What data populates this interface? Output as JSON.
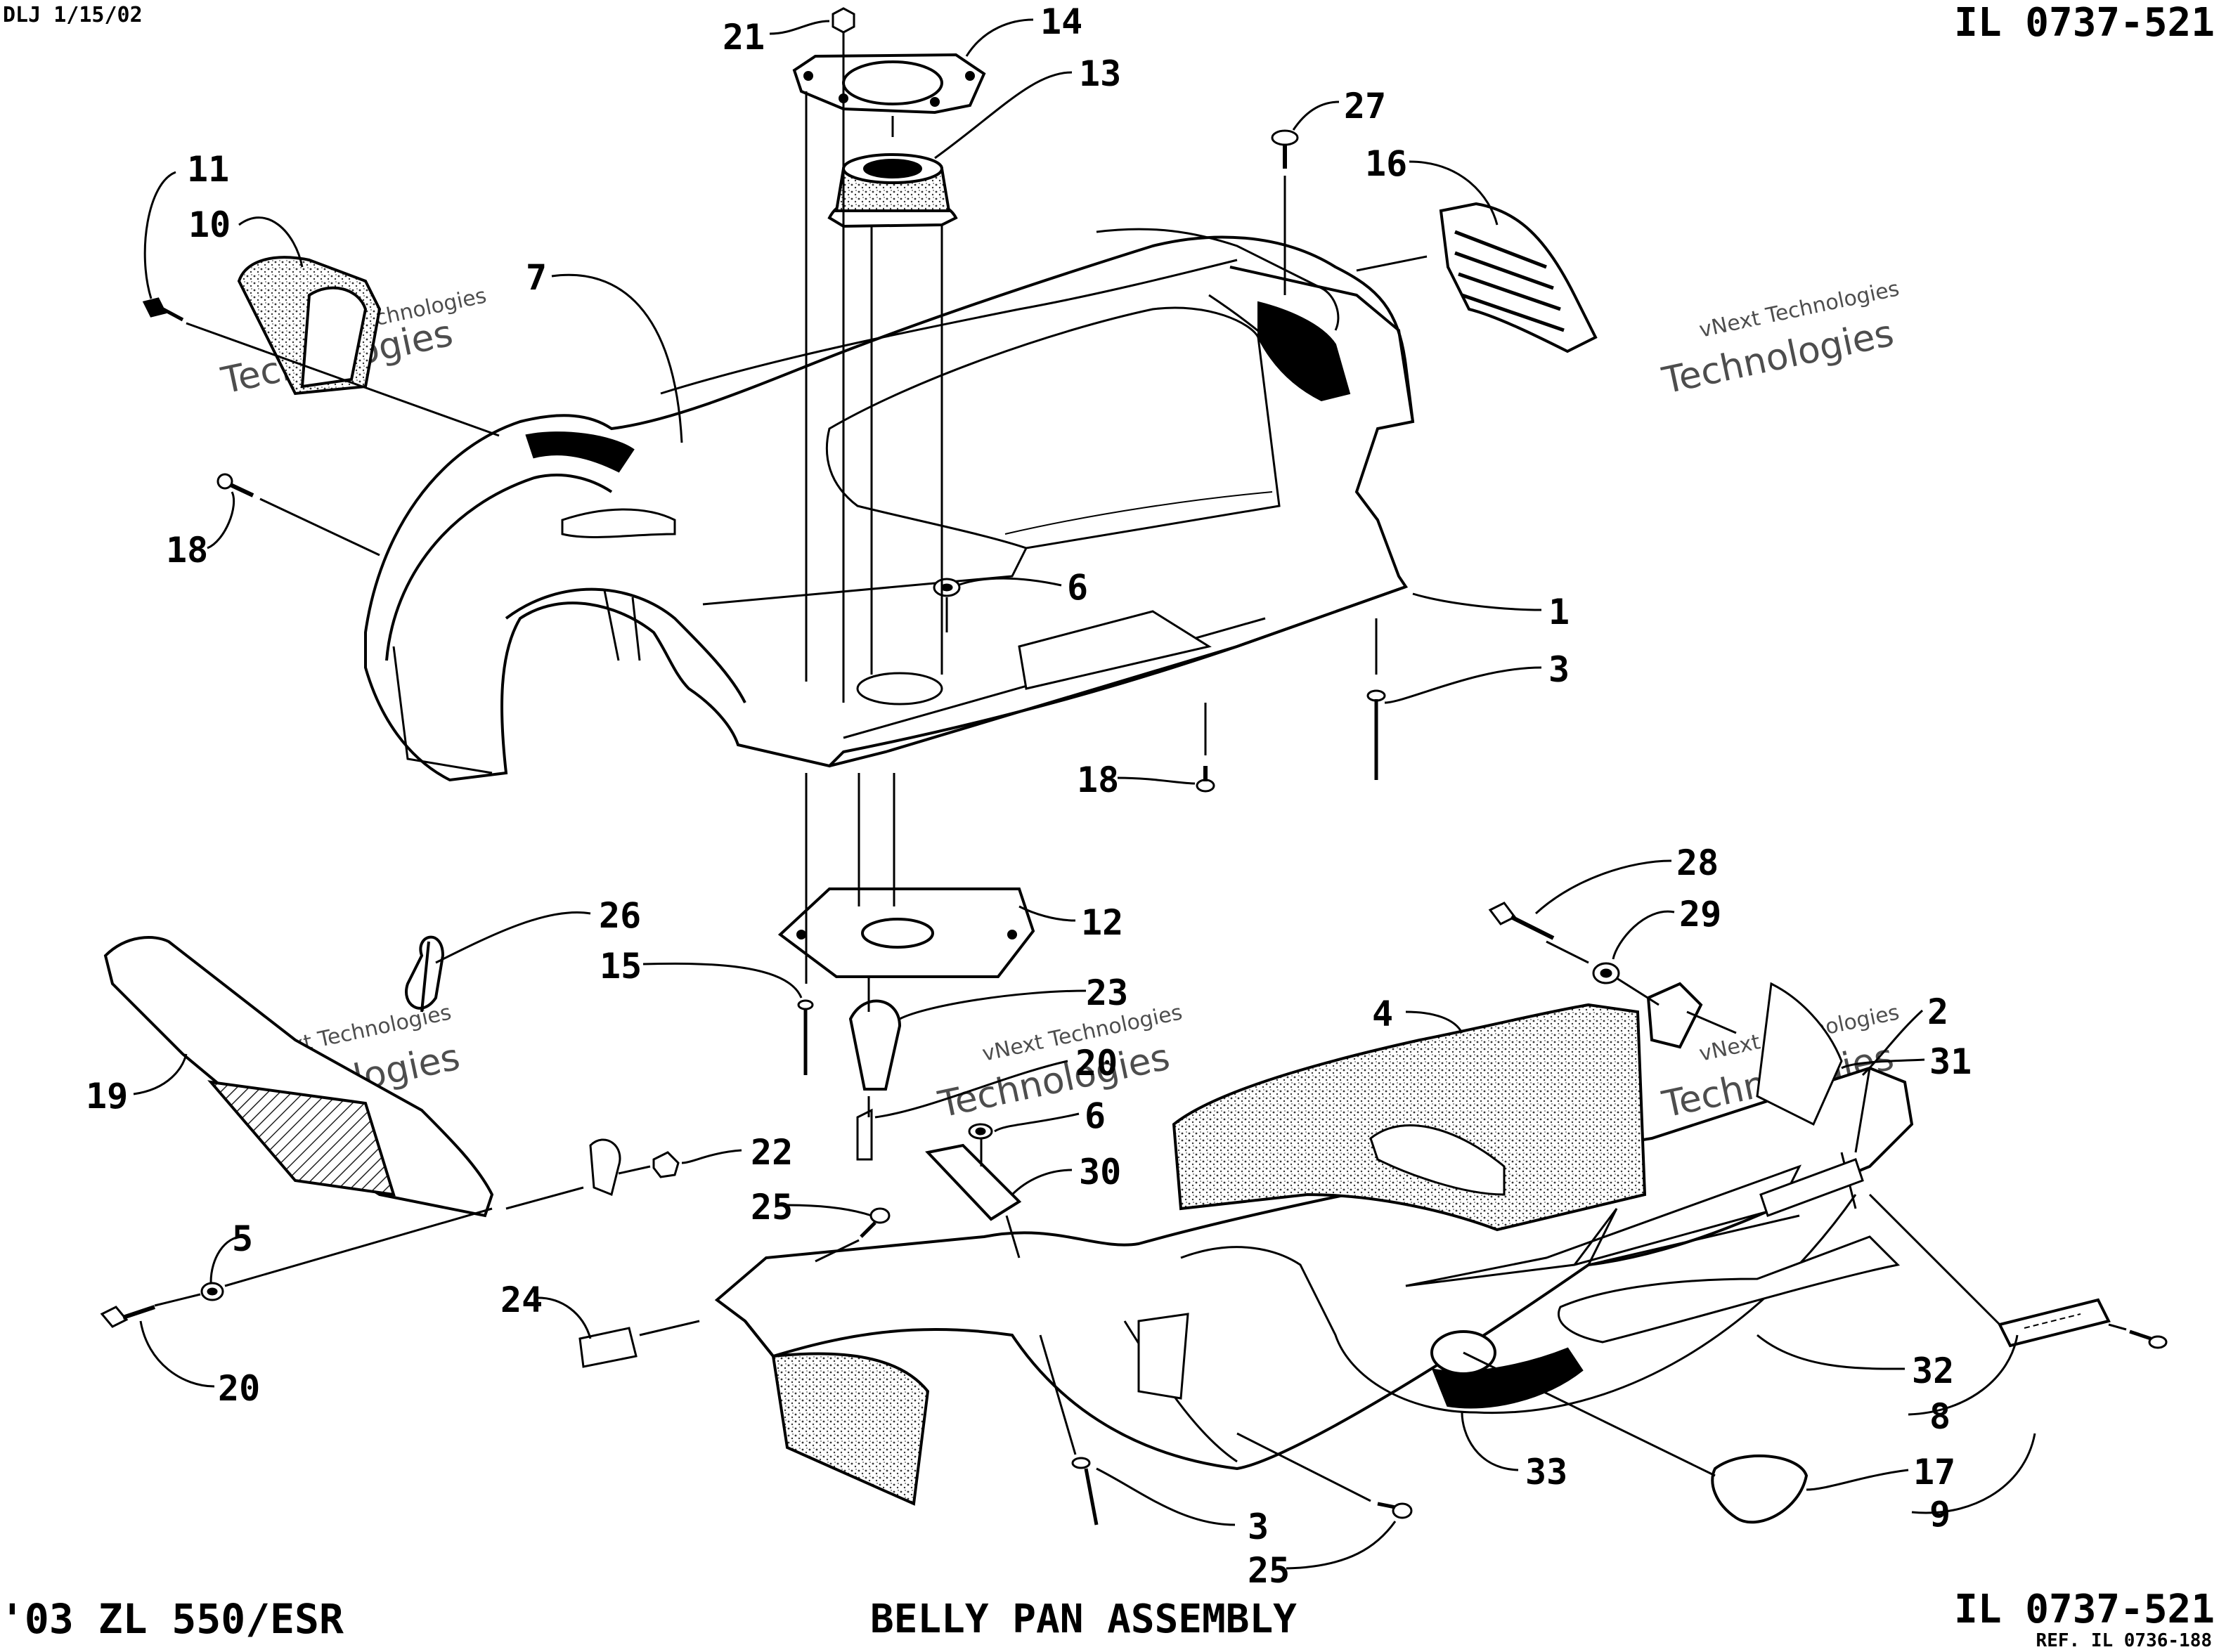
{
  "header": {
    "date": "DLJ 1/15/02",
    "illustration_number": "IL 0737-521"
  },
  "footer": {
    "model": "'03 ZL 550/ESR",
    "title": "BELLY PAN ASSEMBLY",
    "illustration_number": "IL 0737-521",
    "reference": "REF. IL 0736-188"
  },
  "watermark": {
    "line1": "vNext Technologies",
    "line2": "Technologies"
  },
  "callouts": {
    "c21": "21",
    "c14": "14",
    "c13": "13",
    "c27": "27",
    "c16": "16",
    "c11": "11",
    "c10": "10",
    "c7": "7",
    "c18a": "18",
    "c6a": "6",
    "c1": "1",
    "c3a": "3",
    "c18b": "18",
    "c28": "28",
    "c29": "29",
    "c26": "26",
    "c12": "12",
    "c15": "15",
    "c23": "23",
    "c4": "4",
    "c2": "2",
    "c31": "31",
    "c20a": "20",
    "c6b": "6",
    "c19": "19",
    "c22": "22",
    "c30": "30",
    "c25a": "25",
    "c5": "5",
    "c24": "24",
    "c20b": "20",
    "c32": "32",
    "c8": "8",
    "c33": "33",
    "c17": "17",
    "c3b": "3",
    "c9": "9",
    "c25b": "25"
  }
}
